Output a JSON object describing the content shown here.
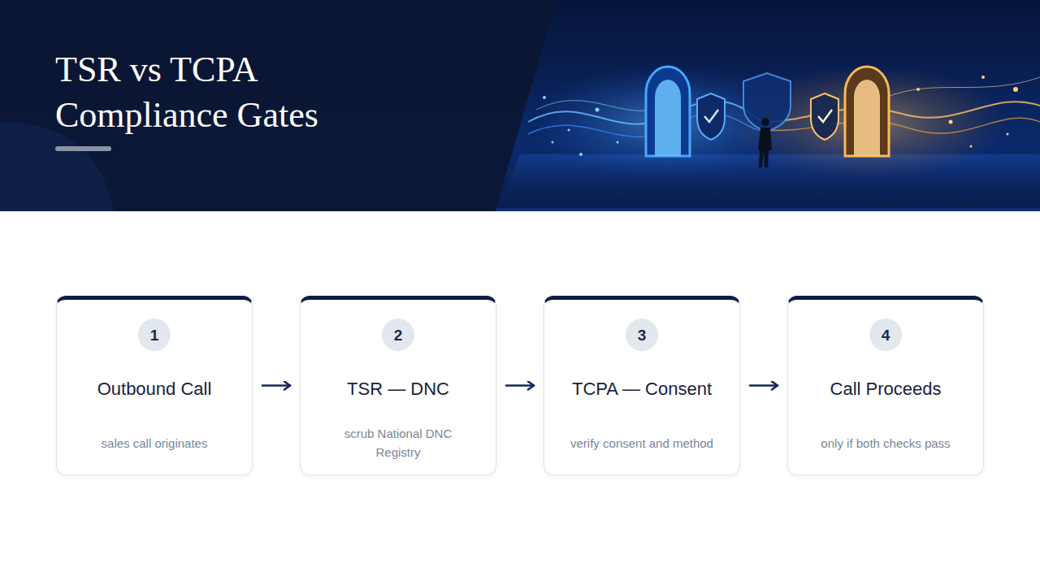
{
  "diagram": {
    "title": "TSR vs TCPA Compliance Gates",
    "nodes": [
      {
        "text": [
          "Outbound Call",
          "sales call originates"
        ]
      },
      {
        "text": [
          "1"
        ],
        "in": 0
      },
      {
        "text": [
          "TSR — DNC",
          "scrub National DNC Registry"
        ]
      },
      {
        "text": [
          "2"
        ],
        "in": 2
      },
      {
        "text": [
          "TCPA — Consent",
          "verify consent and method"
        ]
      },
      {
        "text": [
          "3"
        ],
        "in": 4
      },
      {
        "text": [
          "Call Proceeds",
          "only if both checks pass"
        ]
      },
      {
        "text": [
          "4"
        ],
        "in": 6
      }
    ],
    "edges": [
      {
        "from": 0,
        "to": 2,
        "arrow": "to"
      },
      {
        "from": 2,
        "to": 4,
        "arrow": "to"
      },
      {
        "from": 4,
        "to": 6,
        "arrow": "to"
      }
    ]
  }
}
